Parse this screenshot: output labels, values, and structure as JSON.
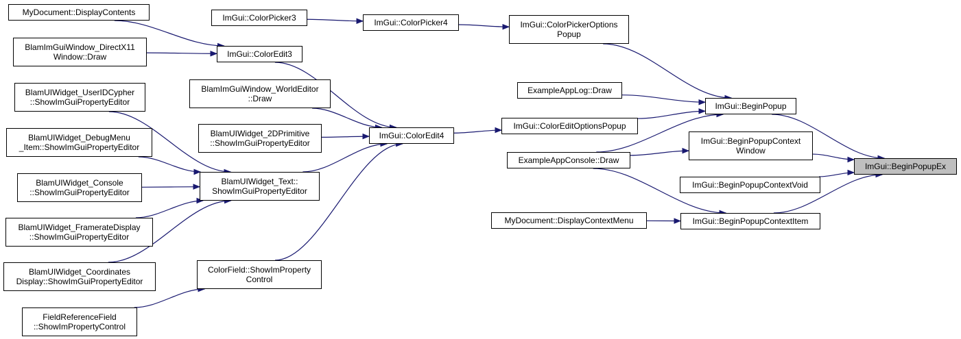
{
  "graph": {
    "root_fill": "#bfbfbf",
    "edge_color": "#191970",
    "nodes": [
      {
        "id": "mydoc_display",
        "label": "MyDocument::DisplayContents"
      },
      {
        "id": "dx11_draw",
        "label": "BlamImGuiWindow_DirectX11\nWindow::Draw"
      },
      {
        "id": "userid",
        "label": "BlamUIWidget_UserIDCypher\n::ShowImGuiPropertyEditor"
      },
      {
        "id": "debugmenu",
        "label": "BlamUIWidget_DebugMenu\n_Item::ShowImGuiPropertyEditor"
      },
      {
        "id": "console_w",
        "label": "BlamUIWidget_Console\n::ShowImGuiPropertyEditor"
      },
      {
        "id": "framerate",
        "label": "BlamUIWidget_FramerateDisplay\n::ShowImGuiPropertyEditor"
      },
      {
        "id": "coords",
        "label": "BlamUIWidget_Coordinates\nDisplay::ShowImGuiPropertyEditor"
      },
      {
        "id": "fieldref",
        "label": "FieldReferenceField\n::ShowImPropertyControl"
      },
      {
        "id": "picker3",
        "label": "ImGui::ColorPicker3"
      },
      {
        "id": "coloredit3",
        "label": "ImGui::ColorEdit3"
      },
      {
        "id": "worldeditor",
        "label": "BlamImGuiWindow_WorldEditor\n::Draw"
      },
      {
        "id": "prim2d",
        "label": "BlamUIWidget_2DPrimitive\n::ShowImGuiPropertyEditor"
      },
      {
        "id": "text_w",
        "label": "BlamUIWidget_Text::\nShowImGuiPropertyEditor"
      },
      {
        "id": "colorfield",
        "label": "ColorField::ShowImProperty\nControl"
      },
      {
        "id": "picker4",
        "label": "ImGui::ColorPicker4"
      },
      {
        "id": "coloredit4",
        "label": "ImGui::ColorEdit4"
      },
      {
        "id": "pickeropts",
        "label": "ImGui::ColorPickerOptions\nPopup"
      },
      {
        "id": "applog",
        "label": "ExampleAppLog::Draw"
      },
      {
        "id": "editopts",
        "label": "ImGui::ColorEditOptionsPopup"
      },
      {
        "id": "appconsole",
        "label": "ExampleAppConsole::Draw"
      },
      {
        "id": "mydoc_ctx",
        "label": "MyDocument::DisplayContextMenu"
      },
      {
        "id": "beginpopup",
        "label": "ImGui::BeginPopup"
      },
      {
        "id": "ctxwindow",
        "label": "ImGui::BeginPopupContext\nWindow"
      },
      {
        "id": "ctxvoid",
        "label": "ImGui::BeginPopupContextVoid"
      },
      {
        "id": "ctxitem",
        "label": "ImGui::BeginPopupContextItem"
      },
      {
        "id": "popupex",
        "label": "ImGui::BeginPopupEx",
        "root": true
      }
    ],
    "edges": [
      [
        "mydoc_display",
        "coloredit3"
      ],
      [
        "dx11_draw",
        "coloredit3"
      ],
      [
        "userid",
        "text_w"
      ],
      [
        "debugmenu",
        "text_w"
      ],
      [
        "console_w",
        "text_w"
      ],
      [
        "framerate",
        "text_w"
      ],
      [
        "coords",
        "text_w"
      ],
      [
        "fieldref",
        "colorfield"
      ],
      [
        "picker3",
        "picker4"
      ],
      [
        "coloredit3",
        "coloredit4"
      ],
      [
        "worldeditor",
        "coloredit4"
      ],
      [
        "prim2d",
        "coloredit4"
      ],
      [
        "text_w",
        "coloredit4"
      ],
      [
        "colorfield",
        "coloredit4"
      ],
      [
        "picker4",
        "pickeropts"
      ],
      [
        "coloredit4",
        "editopts"
      ],
      [
        "pickeropts",
        "beginpopup"
      ],
      [
        "applog",
        "beginpopup"
      ],
      [
        "editopts",
        "beginpopup"
      ],
      [
        "appconsole",
        "beginpopup"
      ],
      [
        "appconsole",
        "ctxwindow"
      ],
      [
        "appconsole",
        "ctxitem"
      ],
      [
        "mydoc_ctx",
        "ctxitem"
      ],
      [
        "beginpopup",
        "popupex"
      ],
      [
        "ctxwindow",
        "popupex"
      ],
      [
        "ctxvoid",
        "popupex"
      ],
      [
        "ctxitem",
        "popupex"
      ]
    ]
  }
}
